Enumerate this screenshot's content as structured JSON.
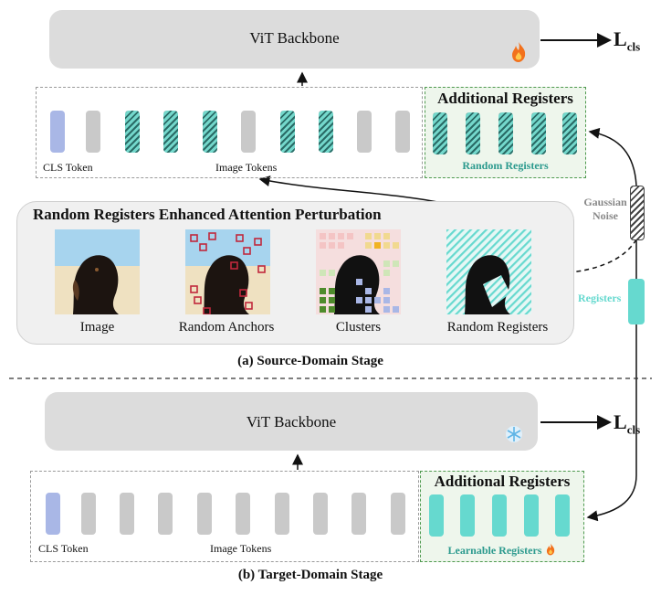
{
  "source": {
    "backbone_label": "ViT Backbone",
    "loss": "L",
    "loss_sub": "cls",
    "cls_token_label": "CLS Token",
    "image_tokens_label": "Image Tokens",
    "additional_registers_title": "Additional Registers",
    "random_registers_label": "Random Registers",
    "panel_title": "Random Registers Enhanced Attention Perturbation",
    "steps": [
      "Image",
      "Random Anchors",
      "Clusters",
      "Random Registers"
    ],
    "gaussian_noise_label": "Gaussian\nNoise",
    "registers_label": "Registers",
    "caption": "(a) Source-Domain Stage"
  },
  "target": {
    "backbone_label": "ViT Backbone",
    "loss": "L",
    "loss_sub": "cls",
    "cls_token_label": "CLS Token",
    "image_tokens_label": "Image Tokens",
    "additional_registers_title": "Additional Registers",
    "learnable_registers_label": "Learnable Registers",
    "caption": "(b) Target-Domain Stage"
  },
  "colors": {
    "backbone": "#dcdcdc",
    "cls_token": "#a9b7e6",
    "image_token": "#c9c9c9",
    "register_teal": "#66d9cf",
    "green_border": "#4f9a4f",
    "text_teal": "#2c9a8e"
  },
  "icons": {
    "source_backbone": "fire-icon",
    "target_backbone": "snowflake-icon",
    "learnable": "fire-icon"
  }
}
